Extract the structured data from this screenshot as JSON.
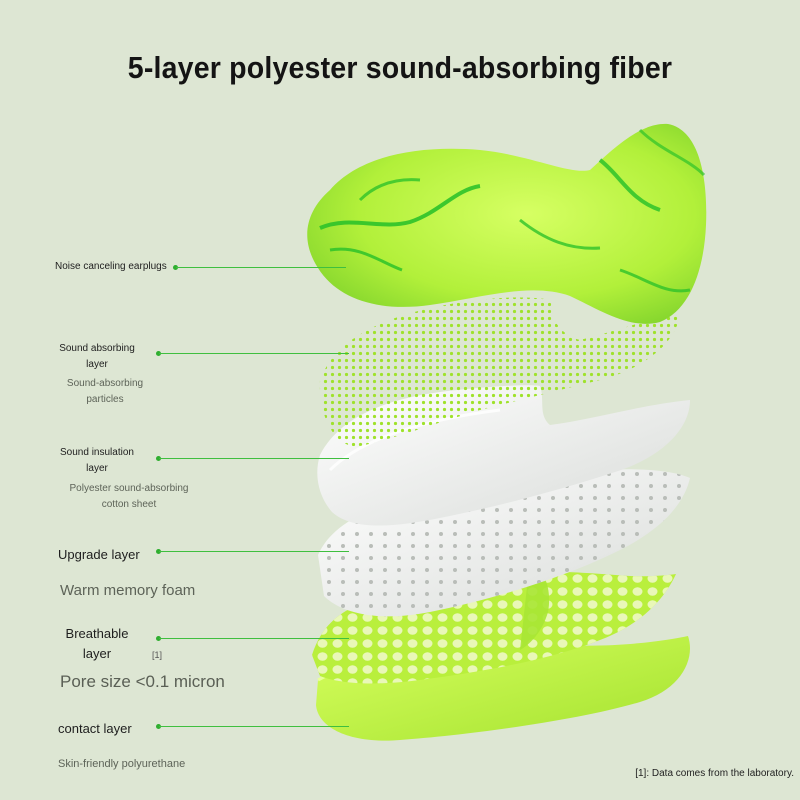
{
  "title": "5-layer polyester sound-absorbing fiber",
  "layers": [
    {
      "label": "Noise canceling earplugs",
      "sub": ""
    },
    {
      "label": "Sound absorbing layer",
      "sub": "Sound-absorbing particles"
    },
    {
      "label": "Sound insulation layer",
      "sub": "Polyester sound-absorbing cotton sheet"
    },
    {
      "label": "Upgrade layer",
      "sub": "Warm memory foam"
    },
    {
      "label": "Breathable layer",
      "sub": "Pore size <0.1 micron",
      "ref": "[1]"
    },
    {
      "label": "contact layer",
      "sub": "Skin-friendly polyurethane"
    }
  ],
  "footnote": "[1]: Data comes from the laboratory.",
  "colors": {
    "background": "#dde6d3",
    "lime": "#b6f23a",
    "green_vein": "#2ec22a",
    "leader_line": "#3fbf3f"
  }
}
